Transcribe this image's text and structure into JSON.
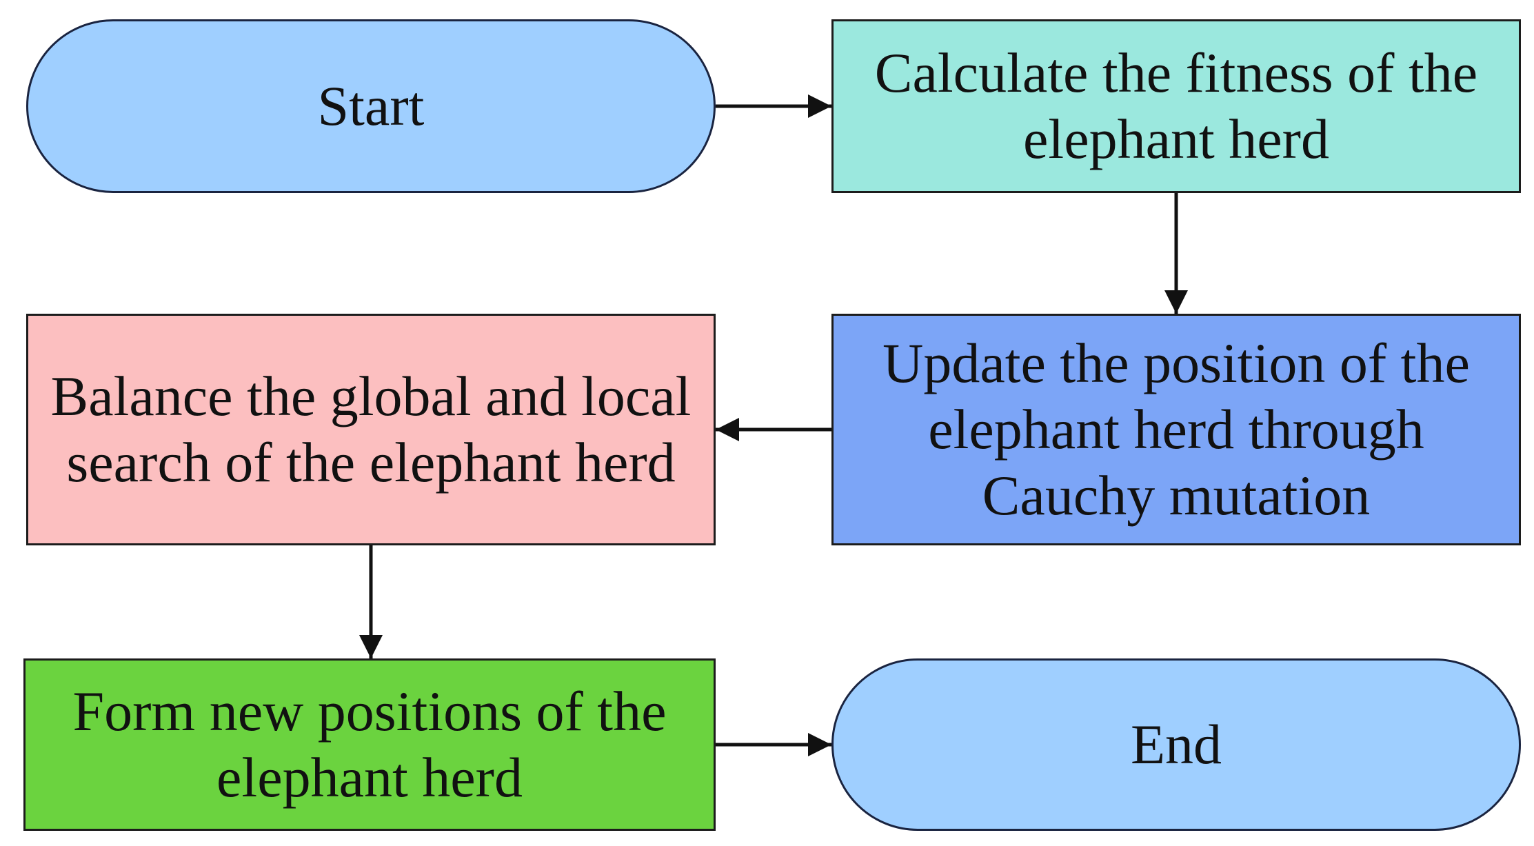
{
  "nodes": {
    "start": {
      "label": "Start",
      "color": "#9fcfff"
    },
    "calc": {
      "label": "Calculate the fitness of the elephant herd",
      "color": "#9be8de"
    },
    "update": {
      "label": "Update the position of the elephant herd through Cauchy mutation",
      "color": "#7ca5f7"
    },
    "balance": {
      "label": "Balance the global and local search of the elephant herd",
      "color": "#fcbfc0"
    },
    "form": {
      "label": "Form new positions of the elephant herd",
      "color": "#6bd33f"
    },
    "end": {
      "label": "End",
      "color": "#9fcfff"
    }
  },
  "edges": [
    {
      "from": "start",
      "to": "calc"
    },
    {
      "from": "calc",
      "to": "update"
    },
    {
      "from": "update",
      "to": "balance"
    },
    {
      "from": "balance",
      "to": "form"
    },
    {
      "from": "form",
      "to": "end"
    }
  ],
  "colors": {
    "stroke": "#1c1c1c",
    "arrow": "#111111"
  }
}
